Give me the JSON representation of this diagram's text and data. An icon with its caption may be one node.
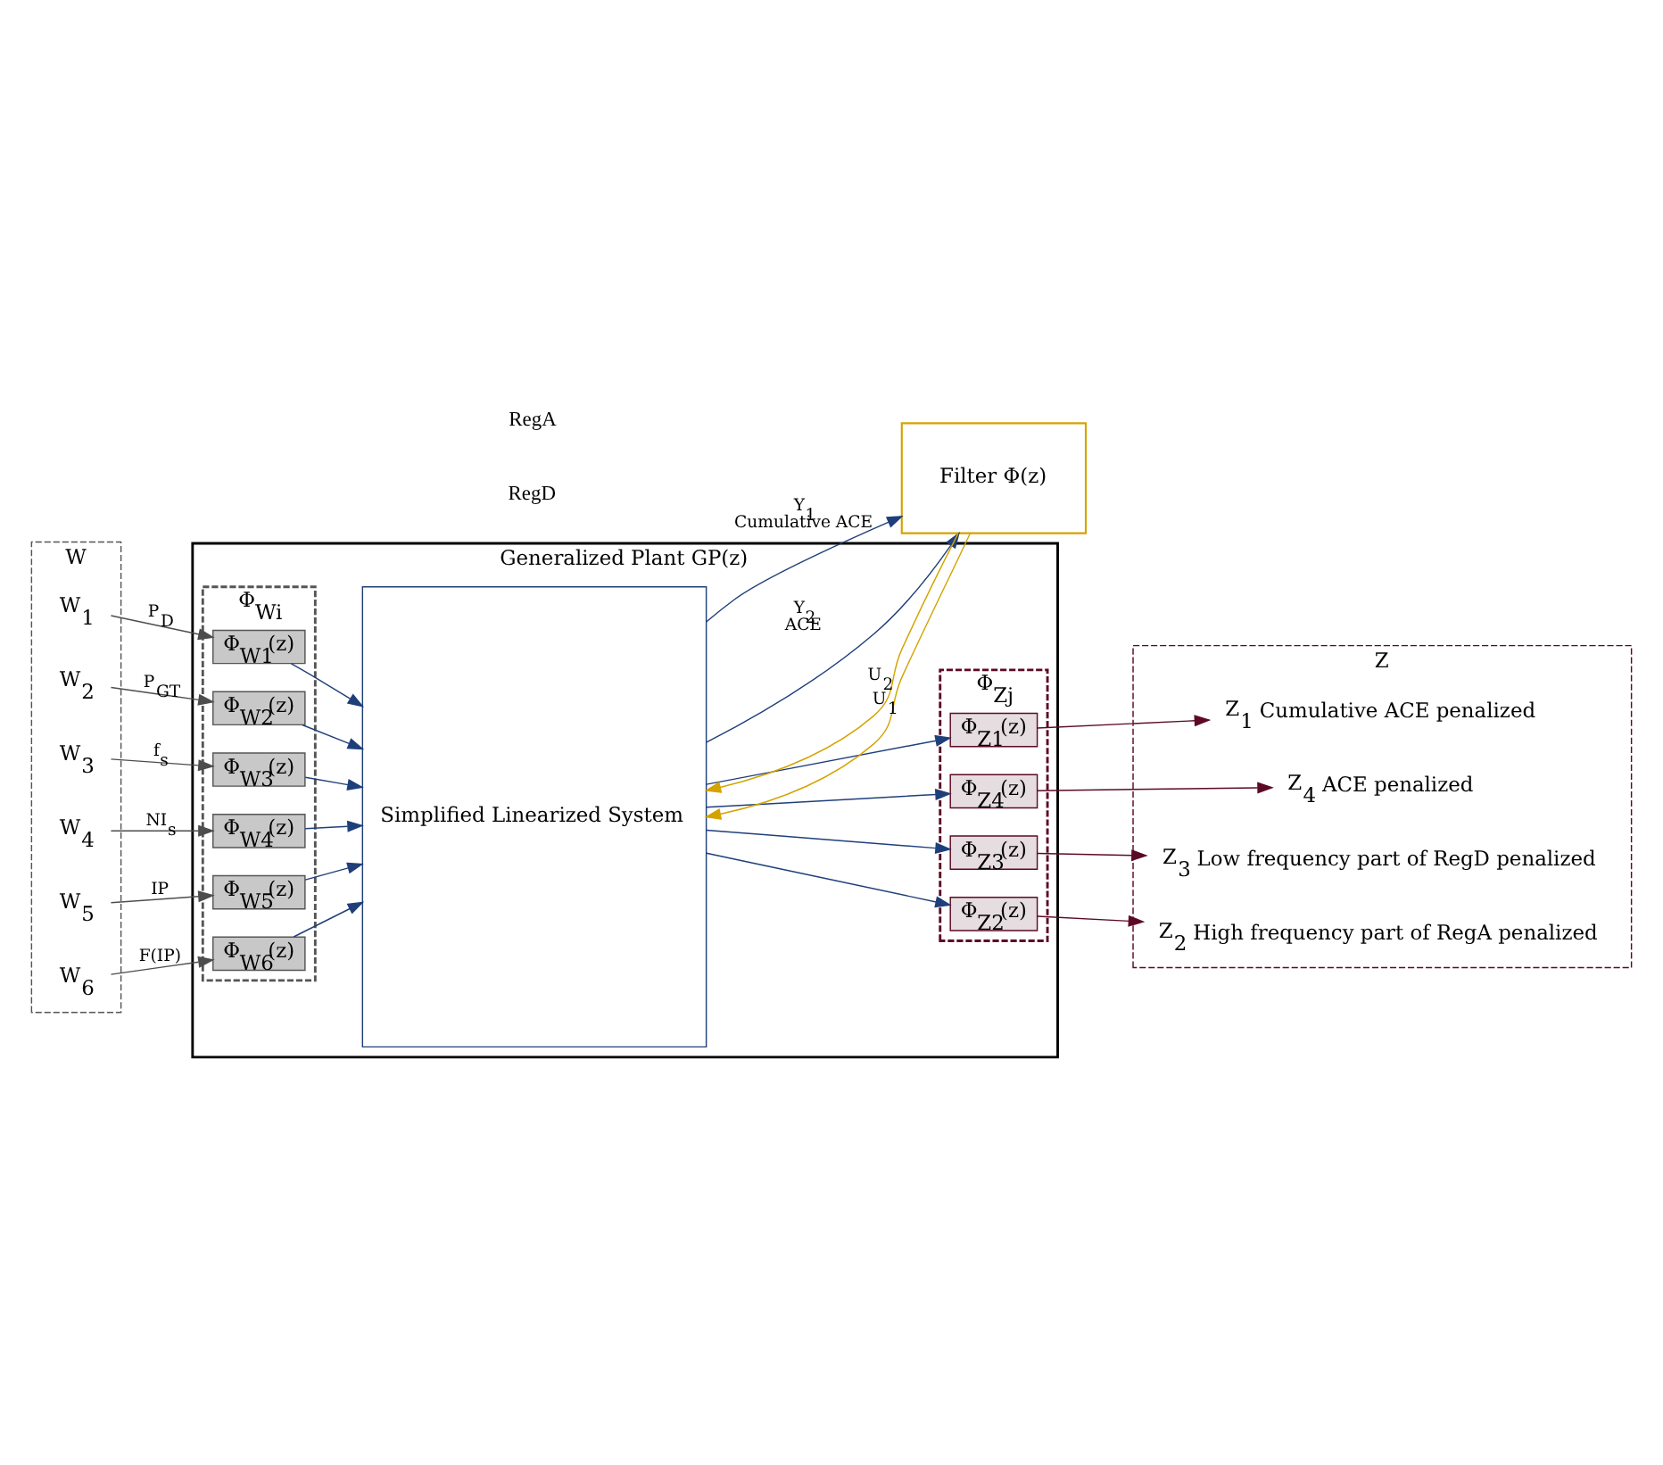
{
  "diagram": {
    "nodes": [
      {
        "text": [
          "Generalized Plant GP(z)"
        ]
      },
      {
        "text": [
          "W"
        ]
      },
      {
        "text": [
          "W$_{1}$"
        ],
        "in": 1
      },
      {
        "text": [
          "W$_{2}$"
        ],
        "in": 1
      },
      {
        "text": [
          "W$_{3}$"
        ],
        "in": 1
      },
      {
        "text": [
          "W$_{4}$"
        ],
        "in": 1
      },
      {
        "text": [
          "W$_{5}$"
        ],
        "in": 1
      },
      {
        "text": [
          "W$_{6}$"
        ],
        "in": 1
      },
      {
        "text": [
          "Φ$_{Wi}$"
        ],
        "in": 0
      },
      {
        "text": [
          "Φ$_{W1}$(z)"
        ],
        "in": 8
      },
      {
        "text": [
          "Φ$_{W2}$(z)"
        ],
        "in": 8
      },
      {
        "text": [
          "Φ$_{W3}$(z)"
        ],
        "in": 8
      },
      {
        "text": [
          "Φ$_{W4}$(z)"
        ],
        "in": 8
      },
      {
        "text": [
          "Φ$_{W5}$(z)"
        ],
        "in": 8
      },
      {
        "text": [
          "Φ$_{W6}$(z)"
        ],
        "in": 8
      },
      {
        "text": [
          "Simplified Linearized System"
        ],
        "in": 0
      },
      {
        "text": [
          "Φ$_{Zj}$"
        ],
        "in": 0
      },
      {
        "text": [
          "Φ$_{Z1}$(z)"
        ],
        "in": 16
      },
      {
        "text": [
          "Φ$_{Z2}$(z)"
        ],
        "in": 16
      },
      {
        "text": [
          "Φ$_{Z3}$(z)"
        ],
        "in": 16
      },
      {
        "text": [
          "Φ$_{Z4}$(z)"
        ],
        "in": 16
      },
      {
        "text": [
          "Z"
        ]
      },
      {
        "text": [
          "Z$_{1}$"
        ],
        "in": 21,
        "beside": [
          "Cumulative ACE penalized"
        ]
      },
      {
        "text": [
          "Z$_{2}$"
        ],
        "in": 21,
        "beside": [
          "High frequency part of RegA penalized"
        ]
      },
      {
        "text": [
          "Z$_{3}$"
        ],
        "in": 21,
        "beside": [
          "Low frequency part of RegD penalized"
        ]
      },
      {
        "text": [
          "Z$_{4}$"
        ],
        "in": 21,
        "beside": [
          "ACE penalized"
        ]
      },
      {
        "text": [
          "Filter Φ(z)"
        ]
      }
    ],
    "edges": [
      {
        "from": 2,
        "to": 9,
        "arrow": "to",
        "label": "P$_{D}$",
        "color": "#4d4d4d"
      },
      {
        "from": 3,
        "to": 10,
        "arrow": "to",
        "label": "P$_{GT}$",
        "color": "#4d4d4d"
      },
      {
        "from": 4,
        "to": 11,
        "arrow": "to",
        "label": "f$_{s}$",
        "color": "#4d4d4d"
      },
      {
        "from": 5,
        "to": 12,
        "arrow": "to",
        "label": "NI$_{s}$",
        "color": "#4d4d4d"
      },
      {
        "from": 6,
        "to": 13,
        "arrow": "to",
        "label": "IP",
        "color": "#4d4d4d"
      },
      {
        "from": 7,
        "to": 14,
        "arrow": "to",
        "label": "F(IP)",
        "color": "#4d4d4d"
      },
      {
        "from": 9,
        "to": 15,
        "arrow": "to"
      },
      {
        "from": 10,
        "to": 15,
        "arrow": "to"
      },
      {
        "from": 11,
        "to": 15,
        "arrow": "to"
      },
      {
        "from": 12,
        "to": 15,
        "arrow": "to"
      },
      {
        "from": 13,
        "to": 15,
        "arrow": "to"
      },
      {
        "from": 14,
        "to": 15,
        "arrow": "to"
      },
      {
        "from": 15,
        "to": 17,
        "arrow": "to"
      },
      {
        "from": 15,
        "to": 18,
        "arrow": "to"
      },
      {
        "from": 15,
        "to": 19,
        "arrow": "to"
      },
      {
        "from": 15,
        "to": 20,
        "arrow": "to"
      },
      {
        "from": 17,
        "to": 22,
        "arrow": "to",
        "color": "#5c0a24"
      },
      {
        "from": 18,
        "to": 23,
        "arrow": "to",
        "color": "#5c0a24"
      },
      {
        "from": 19,
        "to": 24,
        "arrow": "to",
        "color": "#5c0a24"
      },
      {
        "from": 20,
        "to": 25,
        "arrow": "to",
        "color": "#5c0a24"
      },
      {
        "from": 15,
        "to": 26,
        "arrow": "to",
        "label": "Y$_{2}$ ACE"
      },
      {
        "from": 15,
        "to": 26,
        "arrow": "to",
        "label": "Y$_{1}$ Cumulative ACE"
      },
      {
        "from": 26,
        "to": 15,
        "arrow": "to",
        "label": "U$_{1}$",
        "color": "#d4a300"
      },
      {
        "from": 26,
        "to": 15,
        "arrow": "to",
        "label": "U$_{2}$",
        "color": "#d4a300"
      }
    ],
    "labels": [
      "RegA",
      "RegD"
    ]
  }
}
